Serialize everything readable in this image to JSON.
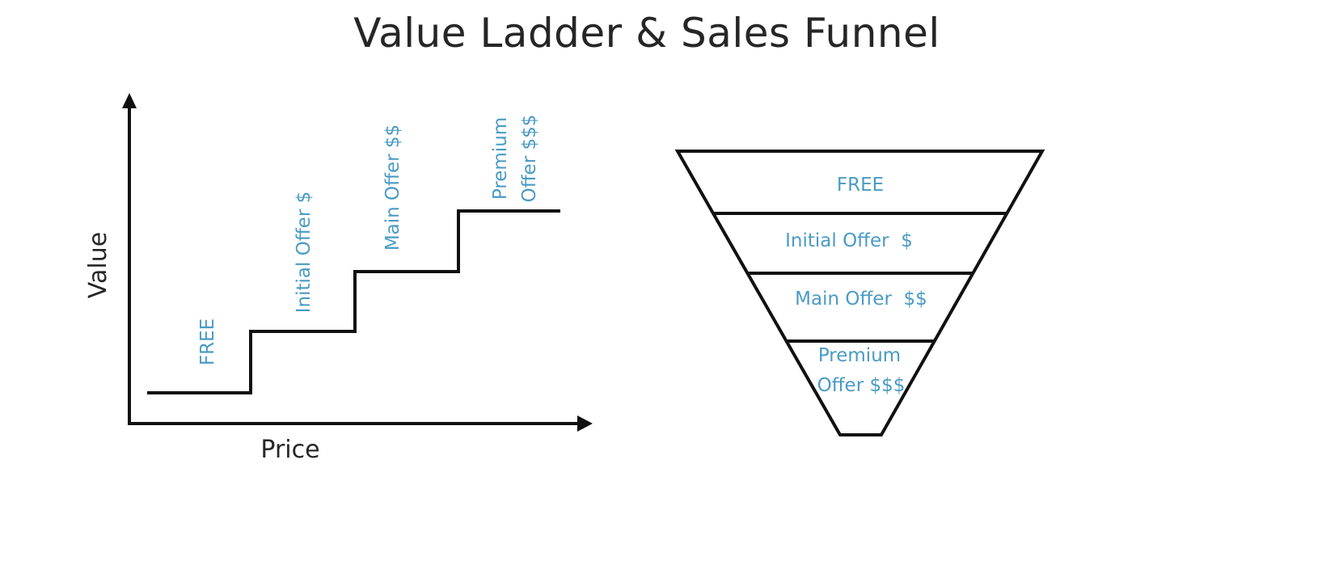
{
  "title": "Value Ladder & Sales Funnel",
  "colors": {
    "accent": "#4a9bc4",
    "line": "#111111",
    "title": "#262626"
  },
  "ladder": {
    "y_axis_label": "Value",
    "x_axis_label": "Price",
    "steps": [
      {
        "label": "FREE"
      },
      {
        "label": "Initial Offer $"
      },
      {
        "label": "Main Offer $$"
      },
      {
        "label_line1": "Premium",
        "label_line2": "Offer $$$"
      }
    ]
  },
  "funnel": {
    "tiers": [
      {
        "label": "FREE"
      },
      {
        "label": "Initial Offer  $"
      },
      {
        "label": "Main Offer  $$"
      },
      {
        "label_line1": "Premium",
        "label_line2": "Offer $$$"
      }
    ]
  }
}
